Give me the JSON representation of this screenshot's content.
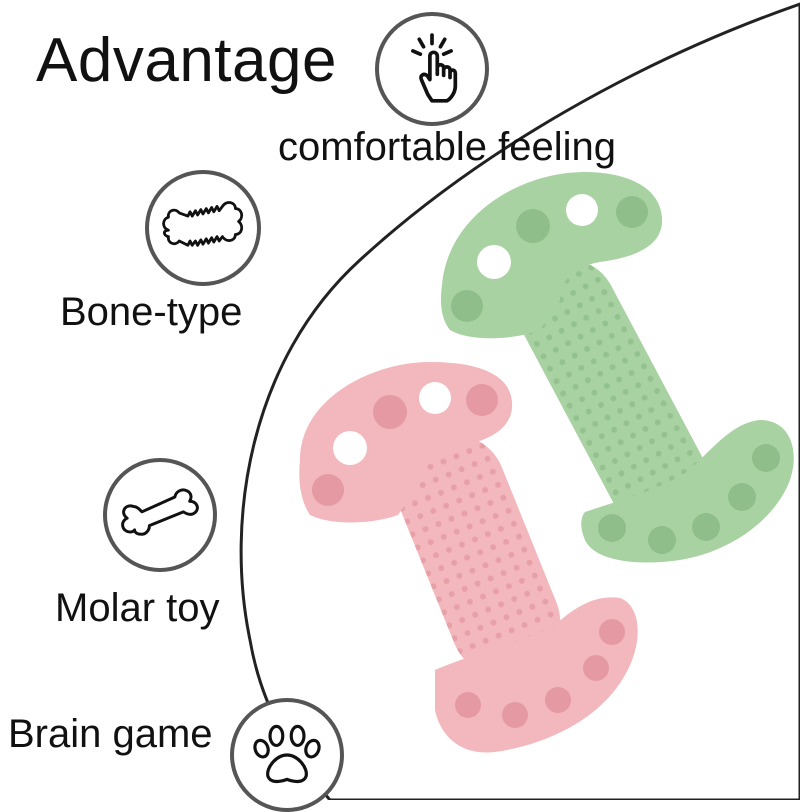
{
  "title": "Advantage",
  "features": {
    "comfort": "comfortable feeling",
    "bone": "Bone-type",
    "molar": "Molar toy",
    "brain": "Brain game"
  },
  "icons": {
    "touch": "touch-hand-icon",
    "bone": "spiky-bone-icon",
    "molar": "bone-icon",
    "paw": "paw-icon"
  },
  "product_colors": {
    "green_toy": "#a9d2a3",
    "pink_toy": "#f2b8bd"
  }
}
